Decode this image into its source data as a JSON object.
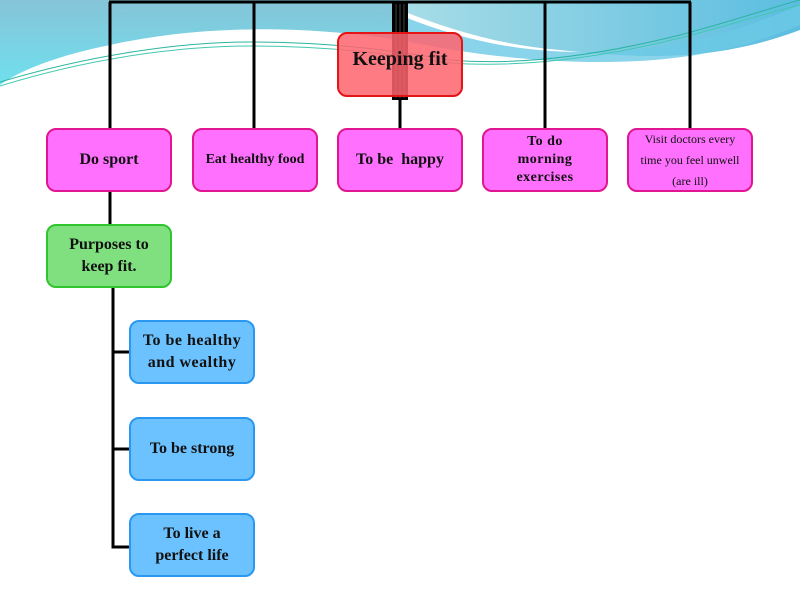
{
  "title": "Keeping fit",
  "branches": [
    {
      "label": "Do sport"
    },
    {
      "label": "Eat healthy food"
    },
    {
      "label": "To be  happy"
    },
    {
      "label": "To do morning exercises"
    },
    {
      "label": "Visit doctors every time you feel unwell (are ill)"
    }
  ],
  "sub_node": {
    "label": "Purposes to keep fit."
  },
  "purposes": [
    {
      "label": "To be healthy and wealthy"
    },
    {
      "label": "To be strong"
    },
    {
      "label": "To live a perfect life"
    }
  ],
  "colors": {
    "root_fill": "#ff6f7a",
    "root_border": "#e31515",
    "branch_fill": "#ff70ff",
    "branch_border": "#e0158f",
    "sub_fill": "#80e080",
    "sub_border": "#2fc52f",
    "leaf_fill": "#6cc2ff",
    "leaf_border": "#2a97f0"
  }
}
